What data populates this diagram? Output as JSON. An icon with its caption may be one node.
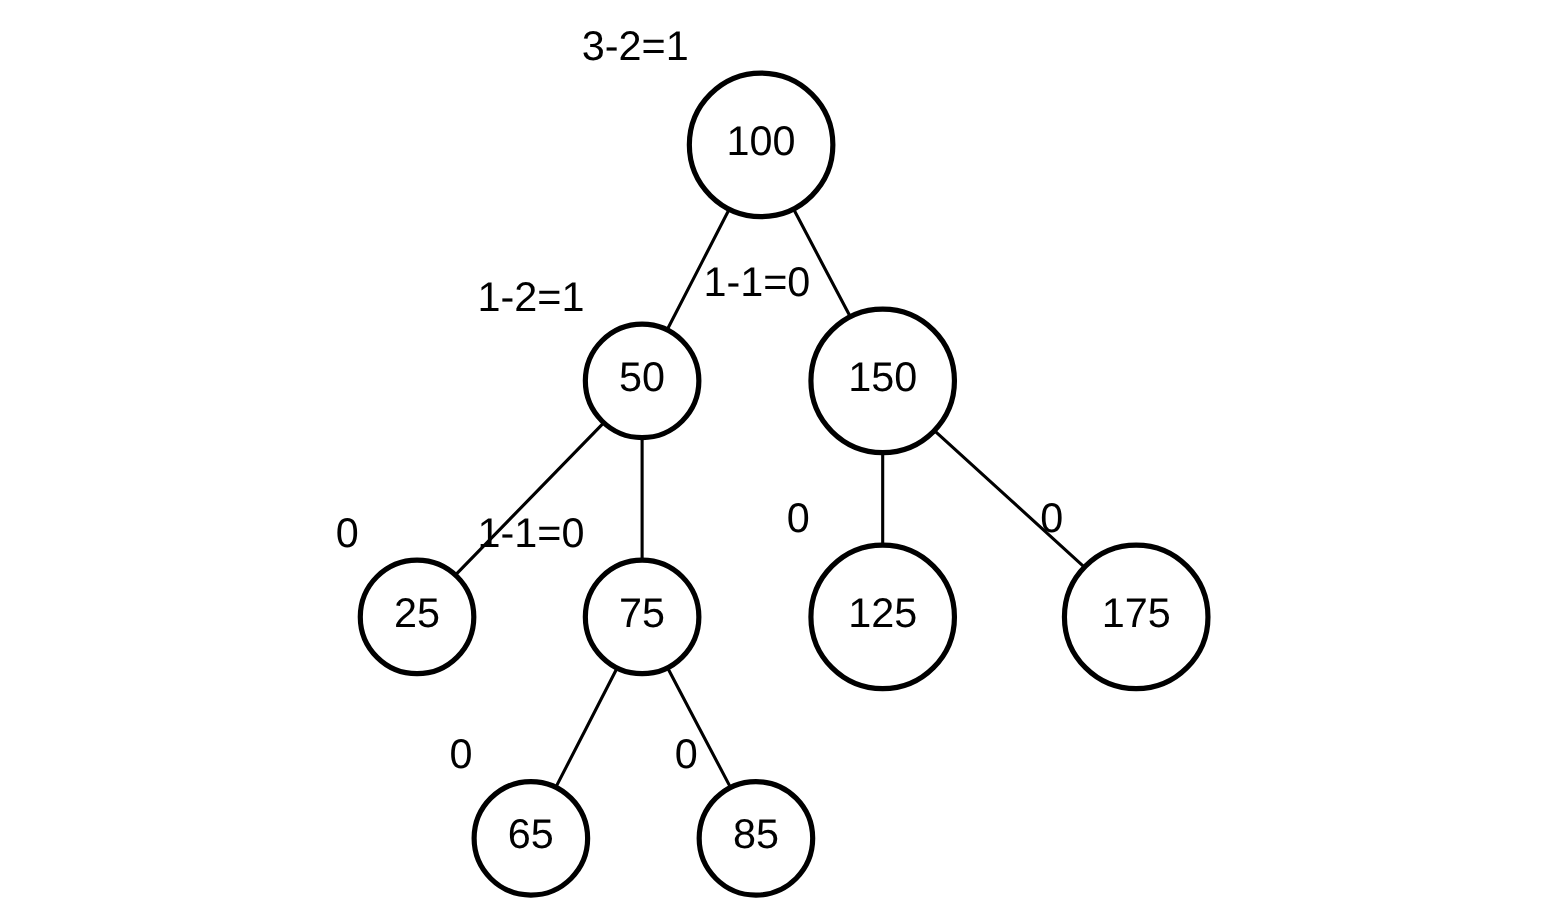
{
  "diagram": {
    "nodes": [
      {
        "text": [
          "100"
        ],
        "beside": [
          "3-2=1"
        ]
      },
      {
        "text": [
          "50"
        ],
        "beside": [
          "1-2=1"
        ]
      },
      {
        "text": [
          "150"
        ],
        "beside": [
          "1-1=0"
        ]
      },
      {
        "text": [
          "25"
        ],
        "beside": [
          "0"
        ]
      },
      {
        "text": [
          "75"
        ],
        "beside": [
          "1-1=0"
        ]
      },
      {
        "text": [
          "125"
        ],
        "beside": [
          "0"
        ]
      },
      {
        "text": [
          "175"
        ],
        "beside": [
          "0"
        ]
      },
      {
        "text": [
          "65"
        ],
        "beside": [
          "0"
        ]
      },
      {
        "text": [
          "85"
        ],
        "beside": [
          "0"
        ]
      }
    ],
    "edges": [
      {
        "from": 0,
        "to": 1,
        "arrow": "none"
      },
      {
        "from": 0,
        "to": 2,
        "arrow": "none"
      },
      {
        "from": 1,
        "to": 3,
        "arrow": "none"
      },
      {
        "from": 1,
        "to": 4,
        "arrow": "none"
      },
      {
        "from": 2,
        "to": 5,
        "arrow": "none"
      },
      {
        "from": 2,
        "to": 6,
        "arrow": "none"
      },
      {
        "from": 4,
        "to": 7,
        "arrow": "none"
      },
      {
        "from": 4,
        "to": 8,
        "arrow": "none"
      }
    ]
  }
}
